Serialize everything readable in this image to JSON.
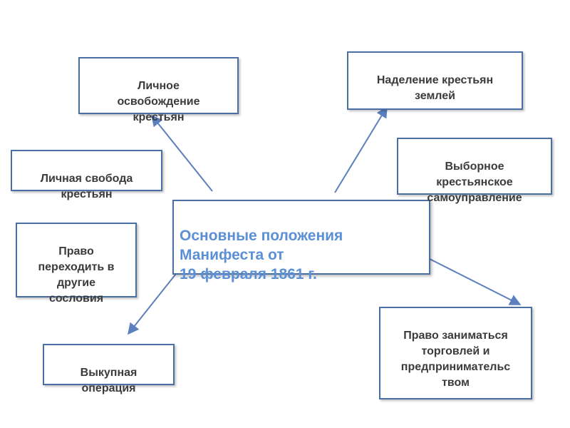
{
  "central": {
    "text": "Основные положения\nМанифеста  от\n19 февраля 1861 г."
  },
  "nodes": {
    "personal_liberation": "Личное\nосвобождение\nкрестьян",
    "land_allotment": "Наделение крестьян\nземлей",
    "personal_freedom": "Личная свобода\nкрестьян",
    "self_government": "Выборное\nкрестьянское\nсамоуправление",
    "change_estate": "Право\nпереходить в\nдругие\nсословия",
    "trade_right": "Право заниматься\nторговлей и\nпредпринимательс\nтвом",
    "redemption": "Выкупная\nоперация"
  },
  "colors": {
    "border": "#4a6fa5",
    "arrow": "#5b7fbf",
    "central_text": "#5b8fd6",
    "node_text": "#3b3b3b"
  }
}
